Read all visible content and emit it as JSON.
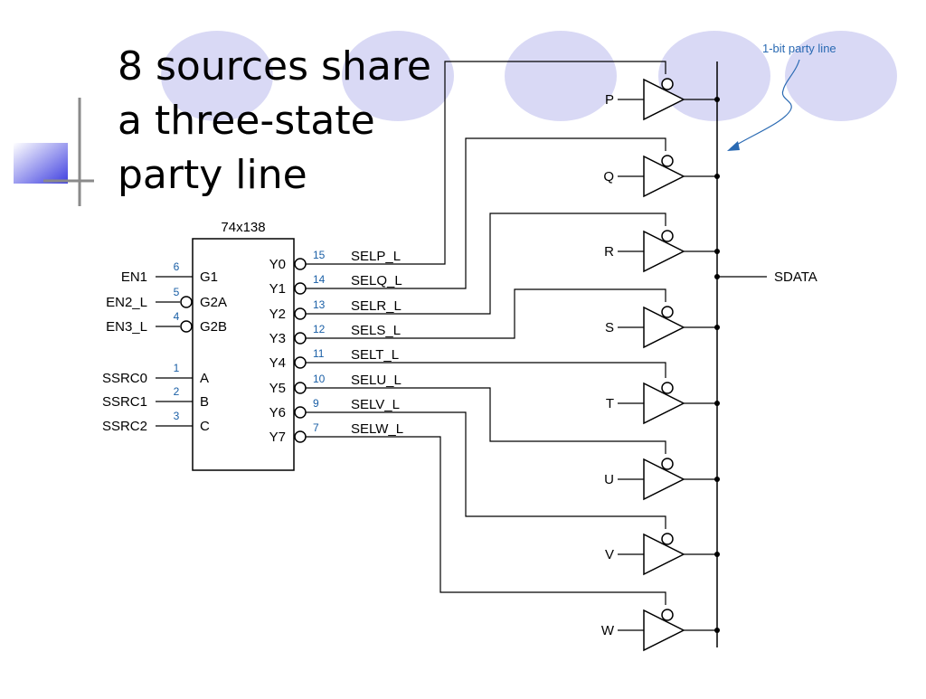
{
  "title_lines": [
    "8 sources share",
    "a three-state",
    "party line"
  ],
  "annotation": "1-bit party line",
  "chip": {
    "name": "74x138",
    "inputs": [
      {
        "signal": "EN1",
        "pin": "6",
        "label": "G1"
      },
      {
        "signal": "EN2_L",
        "pin": "5",
        "label": "G2A"
      },
      {
        "signal": "EN3_L",
        "pin": "4",
        "label": "G2B"
      },
      {
        "signal": "SSRC0",
        "pin": "1",
        "label": "A"
      },
      {
        "signal": "SSRC1",
        "pin": "2",
        "label": "B"
      },
      {
        "signal": "SSRC2",
        "pin": "3",
        "label": "C"
      }
    ],
    "outputs": [
      {
        "label": "Y0",
        "pin": "15",
        "signal": "SELP_L"
      },
      {
        "label": "Y1",
        "pin": "14",
        "signal": "SELQ_L"
      },
      {
        "label": "Y2",
        "pin": "13",
        "signal": "SELR_L"
      },
      {
        "label": "Y3",
        "pin": "12",
        "signal": "SELS_L"
      },
      {
        "label": "Y4",
        "pin": "11",
        "signal": "SELT_L"
      },
      {
        "label": "Y5",
        "pin": "10",
        "signal": "SELU_L"
      },
      {
        "label": "Y6",
        "pin": "9",
        "signal": "SELV_L"
      },
      {
        "label": "Y7",
        "pin": "7",
        "signal": "SELW_L"
      }
    ]
  },
  "sources": [
    "P",
    "Q",
    "R",
    "S",
    "T",
    "U",
    "V",
    "W"
  ],
  "bus_output": "SDATA",
  "colors": {
    "pin_number": "#1a5fa6",
    "annotation": "#2a6ab3",
    "line": "#000000",
    "decor": "#ccccf2"
  }
}
